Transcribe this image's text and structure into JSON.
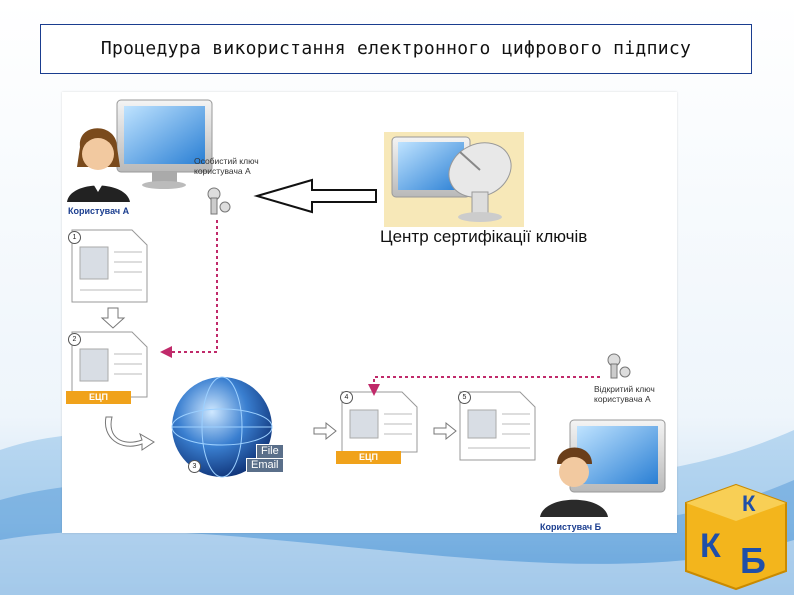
{
  "title": "Процедура використання електронного цифрового підпису",
  "user_a": {
    "label": "Користувач А",
    "private_key_label": "Особистий ключ користувача А"
  },
  "certification_center": {
    "label": "Центр сертифікації ключів"
  },
  "user_b": {
    "label": "Користувач Б",
    "public_key_label": "Відкритий ключ користувача А"
  },
  "signature_badge": "ЕЦП",
  "step_numbers": [
    "1",
    "2",
    "3",
    "4",
    "5"
  ],
  "transfer_labels": {
    "file": "File",
    "email": "Email"
  },
  "logo": {
    "letters": [
      "К",
      "К",
      "Б"
    ],
    "color": "#f3b51c",
    "accent": "#1f4fa8"
  },
  "colors": {
    "title_border": "#1a3d8f",
    "dashed_line": "#c02a6a",
    "arrow": "#111111",
    "label_blue": "#1a3d8f"
  }
}
